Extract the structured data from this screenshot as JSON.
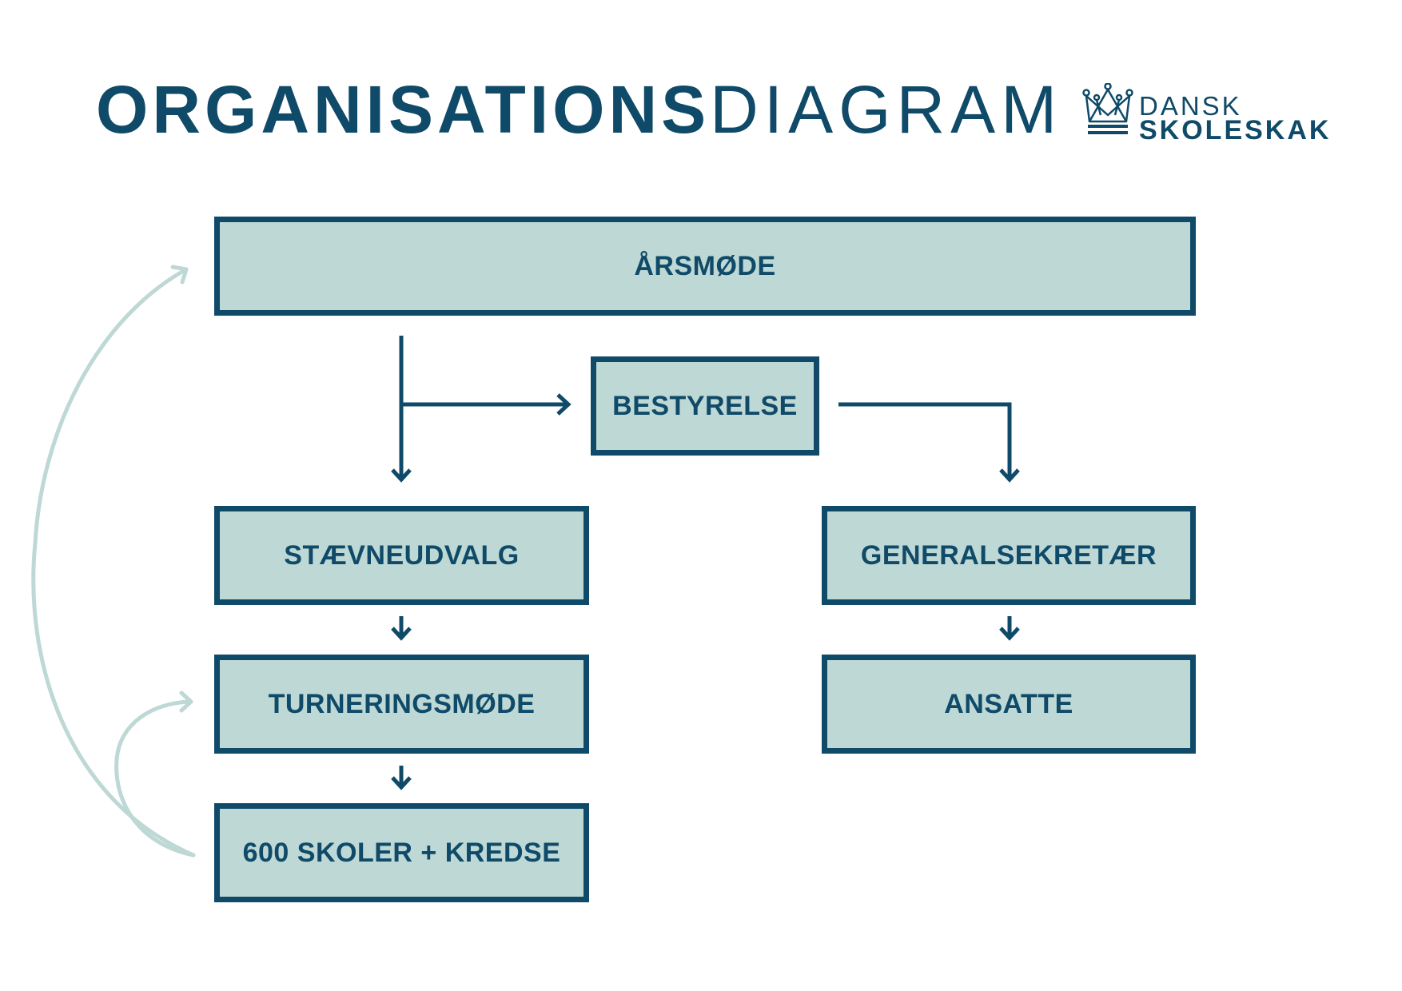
{
  "header": {
    "title_bold": "ORGANISATIONS",
    "title_light": "DIAGRAM"
  },
  "logo": {
    "line1": "DANSK",
    "line2": "SKOLESKAK"
  },
  "nodes": {
    "arsmode": "ÅRSMØDE",
    "bestyrelse": "BESTYRELSE",
    "staevneudvalg": "STÆVNEUDVALG",
    "generalsekretaer": "GENERALSEKRETÆR",
    "turneringsmode": "TURNERINGSMØDE",
    "ansatte": "ANSATTE",
    "skoler": "600 SKOLER + KREDSE"
  },
  "colors": {
    "primary": "#0f4a68",
    "box_fill": "#bed8d5",
    "feedback_arrow": "#bed8d5"
  }
}
